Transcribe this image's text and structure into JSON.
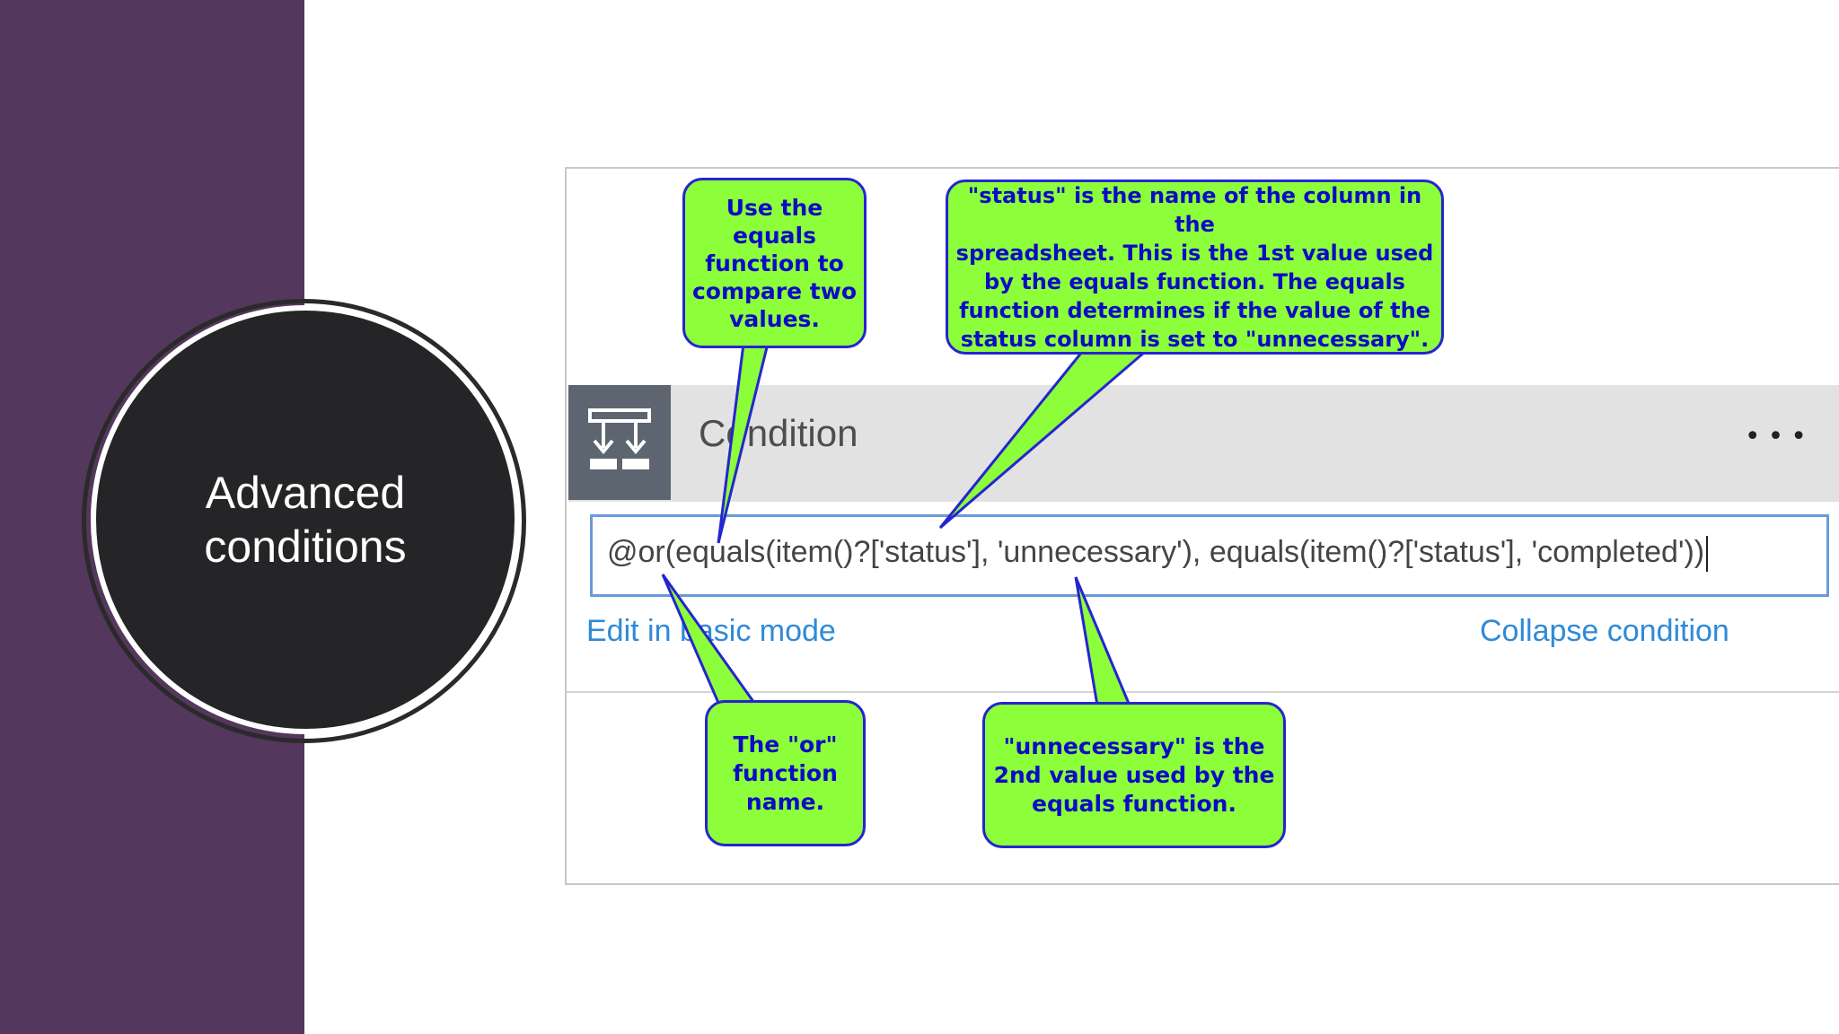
{
  "slide": {
    "title": "Advanced\nconditions",
    "colors": {
      "side_band": "#54375c",
      "circle": "#252528",
      "callout_fill": "#8dff3a",
      "callout_text": "#0b0bc4",
      "link": "#2f8ad6"
    }
  },
  "condition_card": {
    "label": "Condition",
    "more_icon": "ellipsis-icon",
    "more_glyph": "•••",
    "flow_icon": "condition-branch-icon",
    "expression": "@or(equals(item()?['status'], 'unnecessary'), equals(item()?['status'], 'completed'))",
    "edit_basic_label": "Edit in basic mode",
    "collapse_label": "Collapse condition"
  },
  "callouts": {
    "equals_function": "Use the\nequals\nfunction to\ncompare two\nvalues.",
    "status_column": "\"status\" is the name of the column in the\nspreadsheet. This is the 1st value used\nby the equals function. The equals\nfunction determines if the value of the\nstatus column is set to \"unnecessary\".",
    "or_function": "The \"or\"\nfunction\nname.",
    "unnecessary_value": "\"unnecessary\" is the\n2nd value used by the\nequals function."
  }
}
